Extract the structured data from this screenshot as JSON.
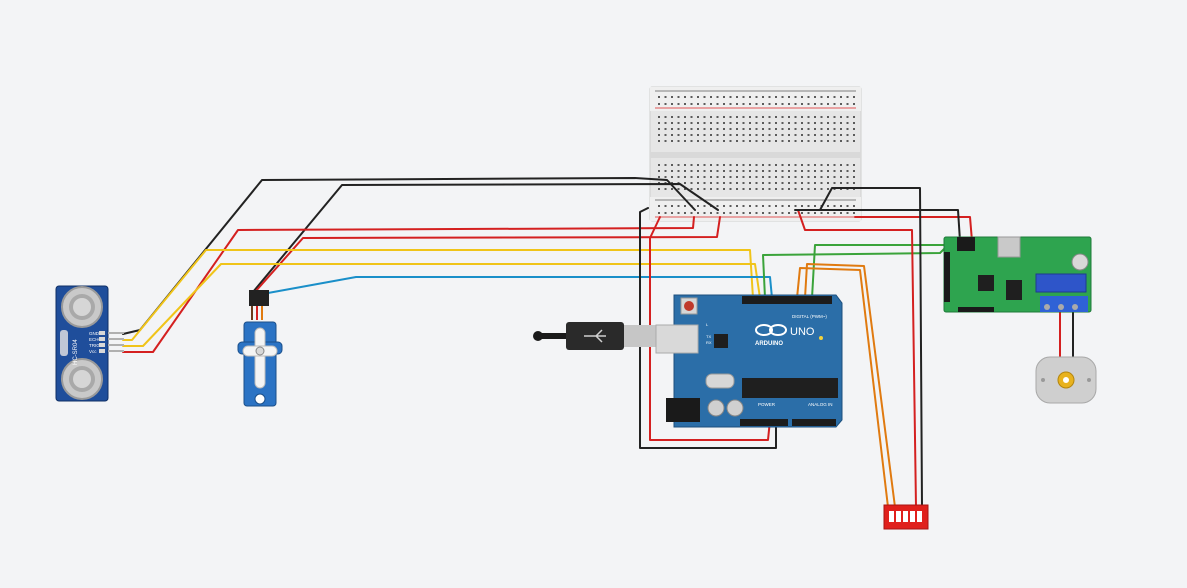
{
  "colors": {
    "background": "#f3f4f6",
    "arduino_board": "#2b6ea8",
    "sensor_board": "#1f4e9b",
    "driver_board": "#2ea44f",
    "switch_body": "#e0201c",
    "wire_black": "#222222",
    "wire_red": "#d42020",
    "wire_yellow": "#f0c419",
    "wire_blue": "#1a8fc9",
    "wire_green": "#3aa33a",
    "wire_orange": "#e07a10"
  },
  "components": {
    "ultrasonic_sensor": {
      "model": "HC-SR04",
      "pins": [
        "GND",
        "ECHO",
        "TRIG",
        "Vcc"
      ]
    },
    "arduino": {
      "brand": "ARDUINO",
      "model": "UNO",
      "digital_label": "DIGITAL (PWM~)",
      "power_label": "POWER",
      "analog_label": "ANALOG IN",
      "tx_label": "TX",
      "rx_label": "RX",
      "l_label": "L"
    }
  }
}
